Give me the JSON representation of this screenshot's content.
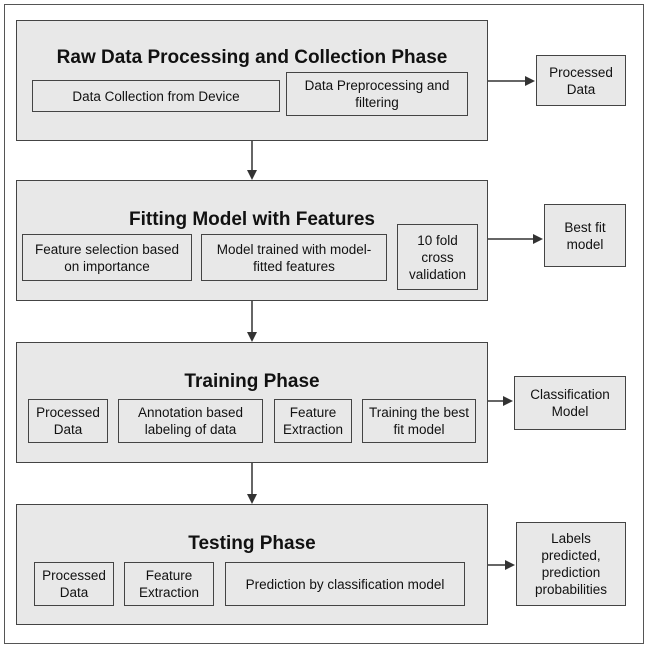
{
  "phases": [
    {
      "title": "Raw Data Processing and Collection Phase",
      "items": [
        "Data Collection from Device",
        "Data Preprocessing and\nfiltering"
      ],
      "output": "Processed\nData"
    },
    {
      "title": "Fitting Model with Features",
      "items": [
        "Feature selection based\non importance",
        "Model trained with model-\nfitted features",
        "10 fold\ncross\nvalidation"
      ],
      "output": "Best fit\nmodel"
    },
    {
      "title": "Training Phase",
      "items": [
        "Processed\nData",
        "Annotation based\nlabeling of data",
        "Feature\nExtraction",
        "Training the best\nfit model"
      ],
      "output": "Classification\nModel"
    },
    {
      "title": "Testing Phase",
      "items": [
        "Processed\nData",
        "Feature\nExtraction",
        "Prediction by classification model"
      ],
      "output": "Labels\npredicted,\nprediction\nprobabilities"
    }
  ]
}
